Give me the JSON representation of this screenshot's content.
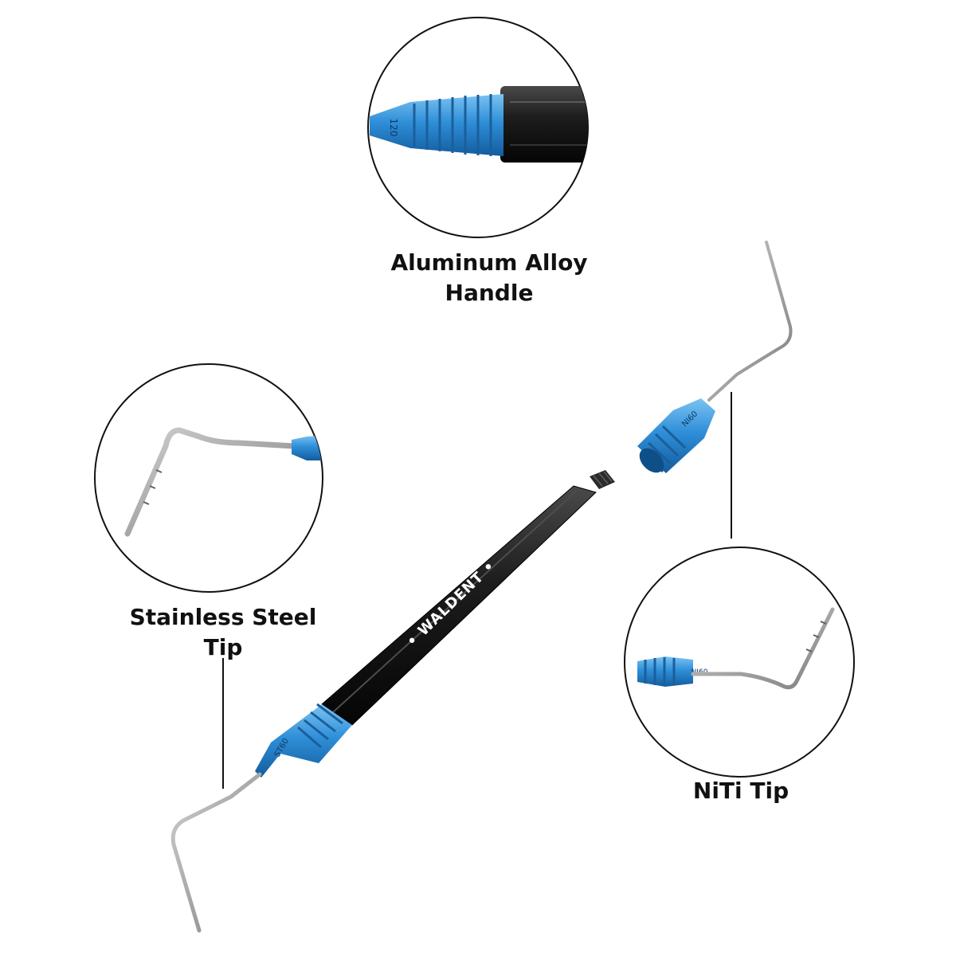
{
  "callouts": {
    "handle": {
      "line1": "Aluminum Alloy",
      "line2": "Handle"
    },
    "steel_tip": {
      "line1": "Stainless Steel",
      "line2": "Tip"
    },
    "niti_tip": {
      "line1": "NiTi Tip"
    }
  },
  "product": {
    "brand": "• WALDENT •",
    "top_ferrule_marking": "120",
    "niti_ferrule_marking": "NI60",
    "steel_ferrule_marking": "ST60",
    "niti_circle_marking": "NI60"
  },
  "colors": {
    "handle_black": "#1a1a1a",
    "ferrule_blue": "#2f8fd8",
    "steel_gray": "#9a9a9a",
    "circle_stroke": "#111111",
    "text": "#111111"
  }
}
